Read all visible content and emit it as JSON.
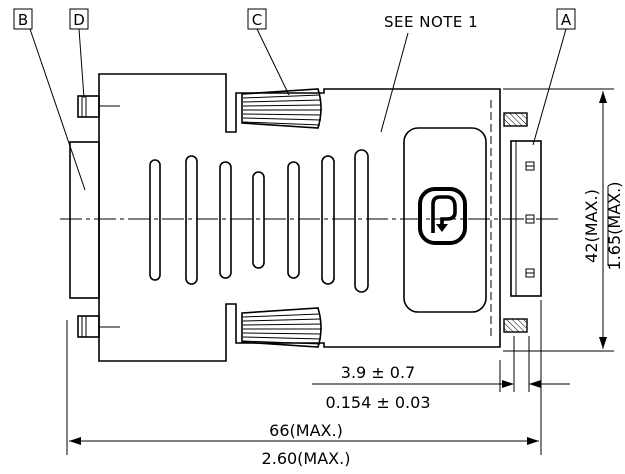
{
  "callouts": {
    "a": "A",
    "b": "B",
    "c": "C",
    "d": "D",
    "note": "SEE NOTE 1"
  },
  "dimensions": {
    "height_mm": "42(MAX.)",
    "height_in": "1.65(MAX.)",
    "offset_mm": "3.9 ± 0.7",
    "offset_in": "0.154 ± 0.03",
    "length_mm": "66(MAX.)",
    "length_in": "2.60(MAX.)"
  },
  "logo": {
    "icon": "dvi-logo-icon"
  }
}
